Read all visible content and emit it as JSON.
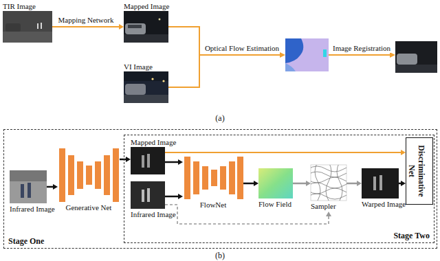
{
  "diagram": {
    "nodes": [
      {
        "text": [
          "TIR Image"
        ]
      },
      {
        "text": [
          "Mapped Image"
        ]
      },
      {
        "text": [
          "VI Image"
        ]
      },
      {
        "text": [
          "Stage One"
        ]
      },
      {
        "text": [
          "Infrared Image"
        ],
        "in": 3
      },
      {
        "text": [
          "Generative Net"
        ],
        "in": 3
      },
      {
        "text": [
          "Stage Two"
        ],
        "in": 3
      },
      {
        "text": [
          "Mapped Image"
        ],
        "in": 6
      },
      {
        "text": [
          "Infrared Image"
        ],
        "in": 6
      },
      {
        "text": [
          "FlowNet"
        ],
        "in": 6
      },
      {
        "text": [
          "Flow Field"
        ],
        "in": 6
      },
      {
        "text": [
          "Sampler"
        ],
        "in": 6
      },
      {
        "text": [
          "Warped Image"
        ],
        "in": 6
      },
      {
        "text": [
          "Discriminative Net"
        ],
        "in": 6
      }
    ],
    "edges": [
      {
        "from": 0,
        "to": 1,
        "label": "Mapping Network",
        "arrow": "to"
      },
      {
        "from": 4,
        "to": 5,
        "arrow": "to"
      },
      {
        "from": 5,
        "to": 7,
        "arrow": "to"
      },
      {
        "from": 7,
        "to": 9,
        "arrow": "to"
      },
      {
        "from": 8,
        "to": 9,
        "arrow": "to"
      },
      {
        "from": 9,
        "to": 10,
        "arrow": "to"
      },
      {
        "from": 10,
        "to": 11,
        "arrow": "to"
      },
      {
        "from": 11,
        "to": 12,
        "arrow": "to"
      },
      {
        "from": 7,
        "to": 13,
        "arrow": "to"
      },
      {
        "from": 12,
        "to": 13,
        "arrow": "to"
      },
      {
        "from": 8,
        "to": 11,
        "arrow": "to"
      }
    ],
    "labels": [
      "Optical Flow Estimation",
      "Image Registration",
      "(a)",
      "(b)"
    ]
  }
}
